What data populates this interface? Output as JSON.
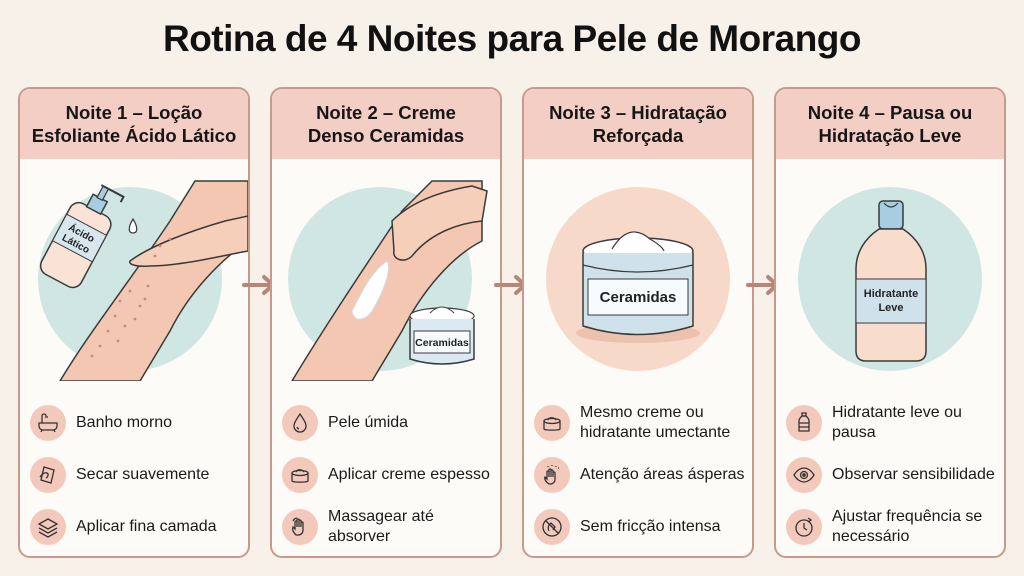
{
  "title": "Rotina de 4 Noites para Pele de Morango",
  "colors": {
    "background": "#f7f1ea",
    "card_header": "#f3cec4",
    "card_border": "#c79a8c",
    "icon_circle": "#f2c9bb",
    "illustration_teal": "#cfe6e3",
    "illustration_peach": "#f7d9c9",
    "arrow": "#b98576"
  },
  "nights": [
    {
      "header_line1": "Noite 1 – Loção",
      "header_line2": "Esfoliante Ácido Lático",
      "illustration": {
        "type": "arm-with-pump-bottle",
        "bottle_label_line1": "Ácido",
        "bottle_label_line2": "Lático"
      },
      "steps": [
        {
          "icon": "bathtub-icon",
          "text": "Banho morno"
        },
        {
          "icon": "towel-dry-icon",
          "text": "Secar suavemente"
        },
        {
          "icon": "layers-icon",
          "text": "Aplicar fina camada"
        }
      ]
    },
    {
      "header_line1": "Noite 2 – Creme",
      "header_line2": "Denso Ceramidas",
      "illustration": {
        "type": "arm-with-cream-jar",
        "jar_label": "Ceramidas"
      },
      "steps": [
        {
          "icon": "water-drop-icon",
          "text": "Pele úmida"
        },
        {
          "icon": "cream-jar-icon",
          "text": "Aplicar creme espesso"
        },
        {
          "icon": "massage-hand-icon",
          "text": "Massagear até absorver"
        }
      ]
    },
    {
      "header_line1": "Noite 3 – Hidratação",
      "header_line2": "Reforçada",
      "illustration": {
        "type": "cream-jar",
        "jar_label": "Ceramidas"
      },
      "steps": [
        {
          "icon": "cream-jar-icon",
          "text": "Mesmo creme ou hidratante umectante"
        },
        {
          "icon": "rough-hand-icon",
          "text": "Atenção áreas ásperas"
        },
        {
          "icon": "no-friction-icon",
          "text": "Sem fricção intensa"
        }
      ]
    },
    {
      "header_line1": "Noite 4 – Pausa ou",
      "header_line2": "Hidratação Leve",
      "illustration": {
        "type": "lotion-bottle",
        "bottle_label_line1": "Hidratante",
        "bottle_label_line2": "Leve"
      },
      "steps": [
        {
          "icon": "bottle-icon",
          "text": "Hidratante leve ou pausa"
        },
        {
          "icon": "eye-icon",
          "text": "Observar sensibilidade"
        },
        {
          "icon": "clock-icon",
          "text": "Ajustar frequência se necessário"
        }
      ]
    }
  ]
}
